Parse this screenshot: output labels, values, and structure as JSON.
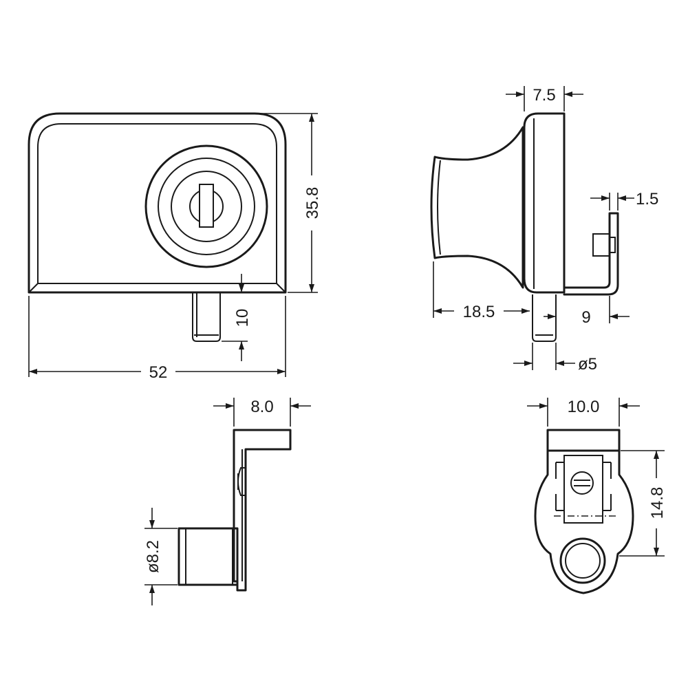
{
  "dimensions": {
    "front_width": "52",
    "front_height": "35.8",
    "front_pin": "10",
    "side_depth": "7.5",
    "side_plate": "1.5",
    "side_knob": "18.5",
    "side_offset": "9",
    "side_pin_dia": "ø5",
    "bottom_width": "8.0",
    "bottom_dia": "ø8.2",
    "end_width": "10.0",
    "end_height": "14.8"
  }
}
